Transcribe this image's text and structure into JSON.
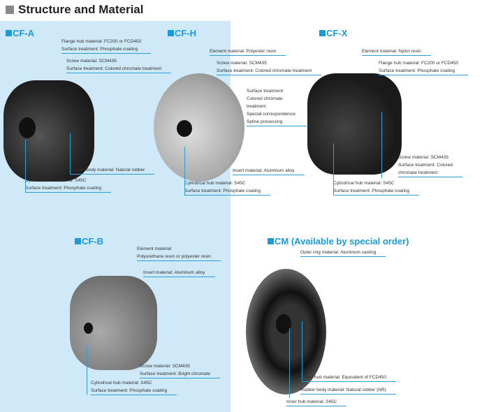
{
  "title": "Structure and Material",
  "colors": {
    "accent": "#1a9ad6",
    "panel": "#cfe9f8"
  },
  "sections": {
    "cfa": {
      "heading": "CF-A",
      "labels": [
        [
          "Flange hub material: FC200 or FCD450",
          "Surface treatment: Phosphate coating"
        ],
        [
          "Screw material: SCM435",
          "Surface treatment: Colored chromate treatment"
        ],
        [
          "Rubber body material: Natural rubber"
        ],
        [
          "Cylindrical hub material: S45C",
          "Surface treatment: Phosphate coating"
        ]
      ]
    },
    "cfh": {
      "heading": "CF-H",
      "labels": [
        [
          "Element material: Polyester resin"
        ],
        [
          "Screw material: SCM435",
          "Surface treatment: Colored chromate treatment"
        ],
        [
          "Surface treatment:",
          "Colored chromate",
          "treatment"
        ],
        [
          "Special correspondence:",
          "Spline processing"
        ],
        [
          "Insert material: Aluminum alloy"
        ],
        [
          "Cylindrical hub material: S45C",
          "Surface treatment: Phosphate coating"
        ]
      ]
    },
    "cfx": {
      "heading": "CF-X",
      "labels": [
        [
          "Element material: Nylon resin"
        ],
        [
          "Flange hub material: FC200 or FCD450",
          "Surface treatment: Phosphate coating"
        ],
        [
          "Screw material: SCM435",
          "Surface treatment: Colored",
          "chromate treatment"
        ],
        [
          "Cylindrical hub material: S45C",
          "Surface treatment: Phosphate coating"
        ]
      ]
    },
    "cfb": {
      "heading": "CF-B",
      "labels": [
        [
          "Element material:",
          "Polyurethane resin or polyester resin"
        ],
        [
          "Insert material: Aluminum alloy"
        ],
        [
          "Screw material: SCM435",
          "Surface treatment: Bright chromate"
        ],
        [
          "Cylindrical hub material: S45C",
          "Surface treatment: Phosphate coating"
        ]
      ]
    },
    "cm": {
      "heading": "CM (Available by special order)",
      "labels": [
        [
          "Outer ring material: Aluminum casting"
        ],
        [
          "Outer hub material: Equivalent of FCD450"
        ],
        [
          "Rubber body material: Natural rubber (NR)"
        ],
        [
          "Inner hub material: S45C"
        ]
      ]
    }
  }
}
